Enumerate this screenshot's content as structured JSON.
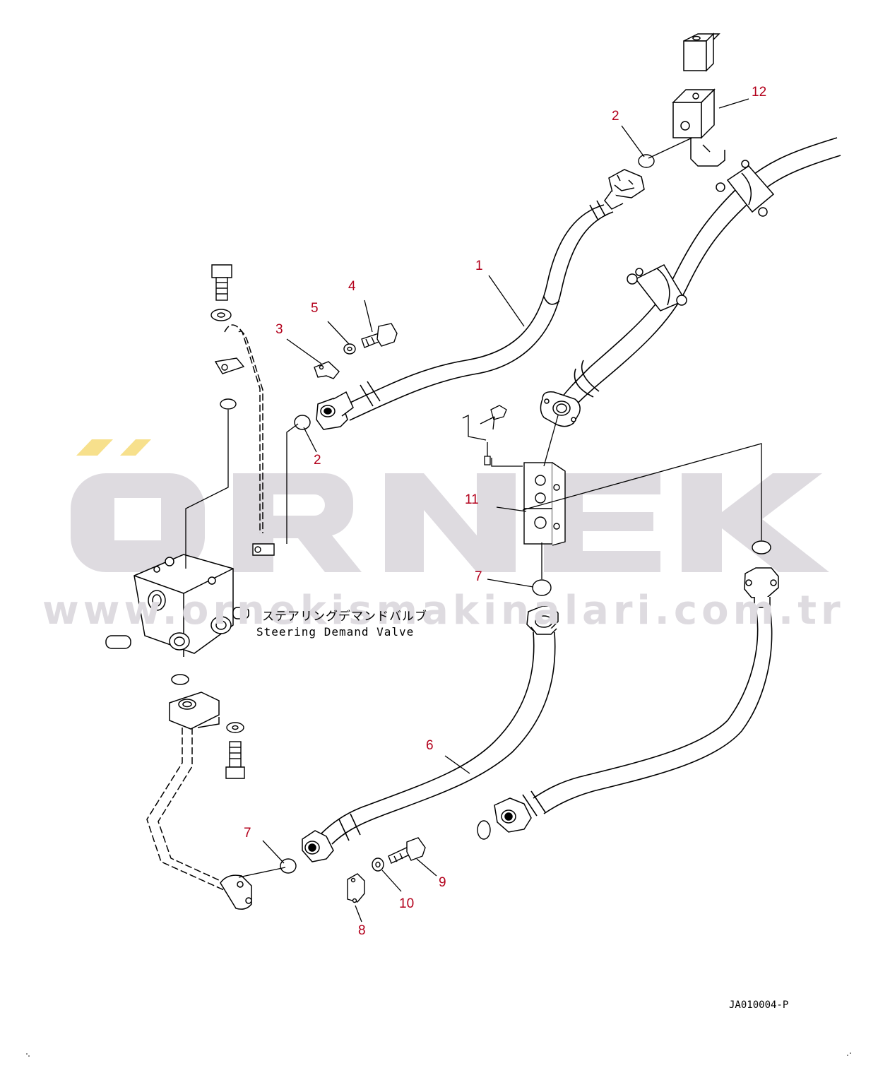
{
  "watermark": {
    "brand": "ÖRNEK",
    "url": "www.ornekismakinalari.com.tr",
    "brand_color": "#dedbe0",
    "accent_color": "#f7e08c"
  },
  "component_label": {
    "japanese": "ステアリングデマンドバルブ",
    "english": "Steering Demand Valve"
  },
  "drawing_code": "JA010004-P",
  "callouts": {
    "color": "#b3001b",
    "leader_color": "#000000",
    "items": [
      "1",
      "2",
      "2",
      "3",
      "4",
      "5",
      "6",
      "7",
      "7",
      "8",
      "9",
      "10",
      "11",
      "12"
    ]
  }
}
